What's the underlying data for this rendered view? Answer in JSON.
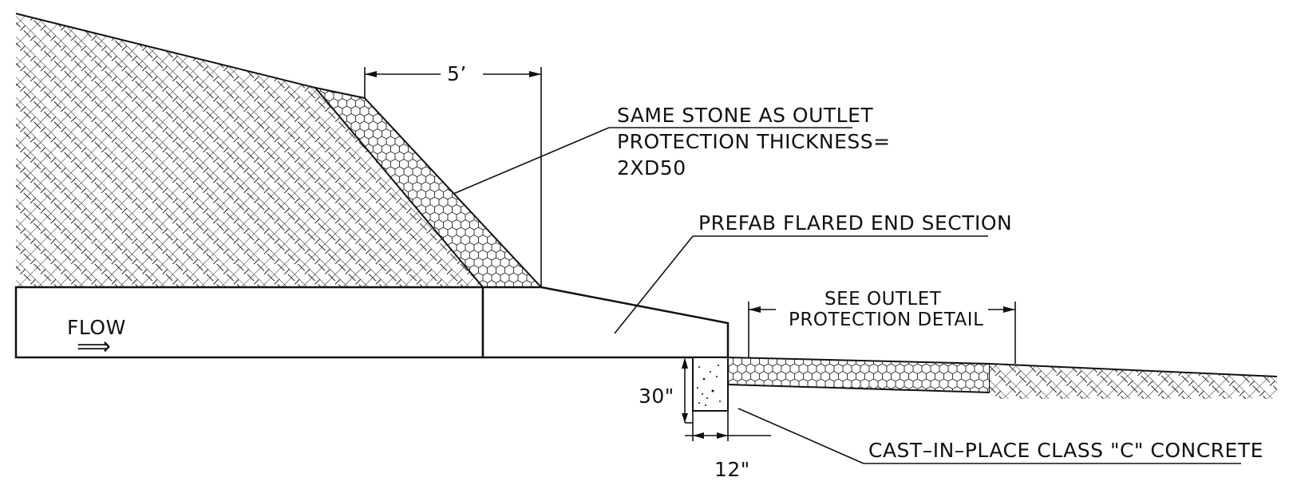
{
  "labels": {
    "dim_5ft": "5’",
    "stone_line1": "SAME STONE AS OUTLET",
    "stone_line2": "PROTECTION THICKNESS=",
    "stone_line3": "2XD50",
    "prefab": "PREFAB FLARED END SECTION",
    "see_outlet_line1": "SEE OUTLET",
    "see_outlet_line2": "PROTECTION DETAIL",
    "flow": "FLOW",
    "flow_arrow": "⟹",
    "dim_30in": "30\"",
    "dim_12in": "12\"",
    "concrete": "CAST–IN–PLACE CLASS \"C\" CONCRETE"
  },
  "colors": {
    "line": "#111111",
    "background": "#ffffff"
  }
}
